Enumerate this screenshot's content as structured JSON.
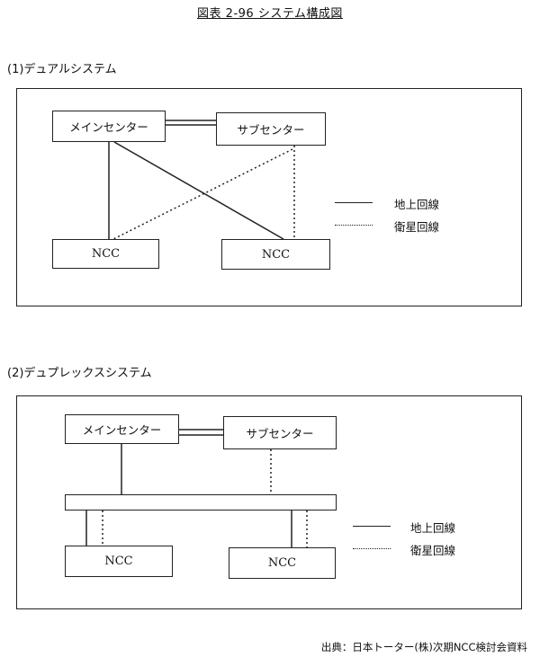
{
  "title": "図表 2-96 システム構成図",
  "sections": [
    {
      "label": "(1)デュアルシステム",
      "main_center": "メインセンター",
      "sub_center": "サブセンター",
      "ncc_left": "NCC",
      "ncc_right": "NCC",
      "legend": {
        "terrestrial": "地上回線",
        "satellite": "衛星回線"
      }
    },
    {
      "label": "(2)デュプレックスシステム",
      "main_center": "メインセンター",
      "sub_center": "サブセンター",
      "ncc_left": "NCC",
      "ncc_right": "NCC",
      "legend": {
        "terrestrial": "地上回線",
        "satellite": "衛星回線"
      }
    }
  ],
  "source": "出典：日本トーター(株)次期NCC検討会資料"
}
